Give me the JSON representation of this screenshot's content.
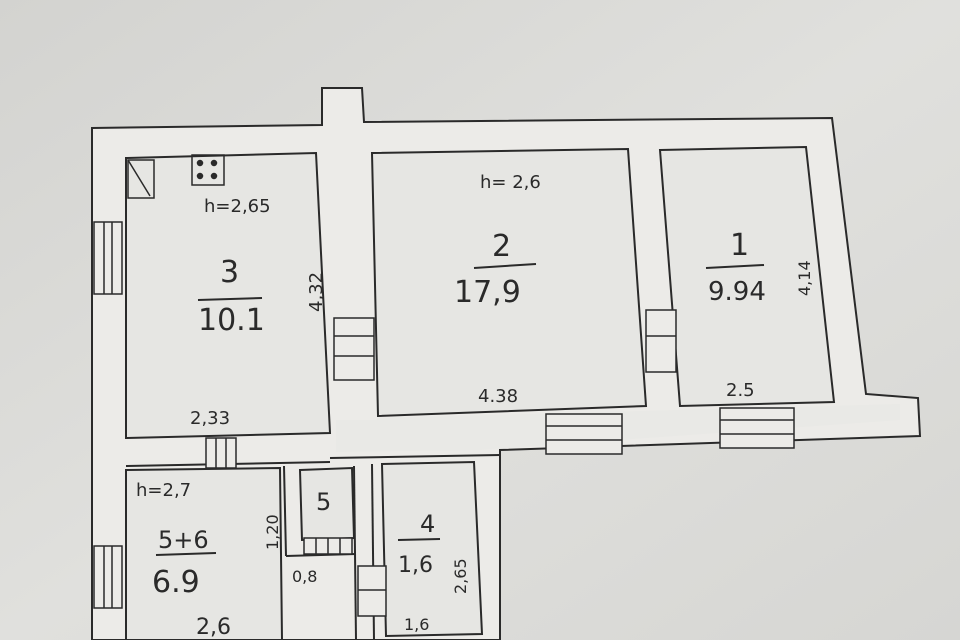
{
  "rooms": [
    {
      "number": "3",
      "area": "10.1"
    },
    {
      "number": "2",
      "area": "17,9"
    },
    {
      "number": "1",
      "area": "9.94"
    },
    {
      "number": "5+6",
      "area": "6.9"
    },
    {
      "number": "4",
      "area": "1,6"
    },
    {
      "number": "5"
    }
  ],
  "heights": {
    "kitchen": "h=2,65",
    "room2": "h= 2,6",
    "bath": "h=2,7"
  },
  "dimensions": {
    "kitchen_width": "2,33",
    "kitchen_length": "4,32",
    "room2_width": "4.38",
    "room1_width": "2.5",
    "room1_length": "4,14",
    "closet_length": "1,20",
    "closet_width": "0,8",
    "room4_length": "2,65",
    "room4_width": "1,6",
    "bath_width": "2,6"
  },
  "colors": {
    "paper": "#d9d9d6",
    "wall": "#ecebe8",
    "room": "#e6e6e3",
    "ink": "#2a2a2a"
  }
}
